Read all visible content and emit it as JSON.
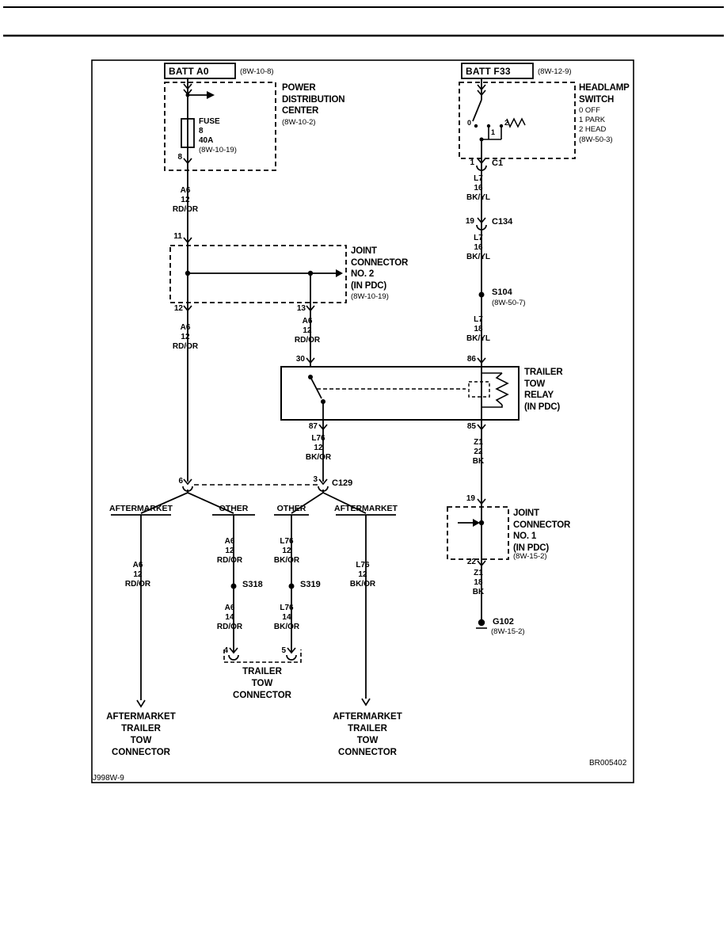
{
  "page": {
    "footer_code": "J998W-9",
    "drawing_code": "BR005402"
  },
  "battery_feed_left": {
    "batt_label": "BATT A0",
    "batt_ref": "(8W-10-8)",
    "pdc": {
      "title": "POWER\nDISTRIBUTION\nCENTER",
      "ref": "(8W-10-2)",
      "fuse_name": "FUSE",
      "fuse_number": "8",
      "fuse_rating": "40A",
      "fuse_ref": "(8W-10-19)",
      "pin_out": "8"
    },
    "wire_pdc_to_jc2": "A6\n12\nRD/OR",
    "jc2": {
      "pin_in": "11",
      "title": "JOINT\nCONNECTOR\nNO. 2\n(IN PDC)",
      "ref": "(8W-10-19)",
      "pin_out_left": "12",
      "pin_out_right": "13"
    },
    "wire_left": "A6\n12\nRD/OR",
    "wire_right": "A6\n12\nRD/OR"
  },
  "battery_feed_right": {
    "batt_label": "BATT F33",
    "batt_ref": "(8W-12-9)",
    "headlamp_switch": {
      "title": "HEADLAMP\nSWITCH",
      "positions": "0 OFF\n1 PARK\n2 HEAD",
      "ref": "(8W-50-3)",
      "contact_0": "0",
      "contact_1": "1",
      "contact_2": "2"
    },
    "c1_pin": "1",
    "c1_label": "C1",
    "wire_c1_to_c134": "L7\n16\nBK/YL",
    "c134_pin": "19",
    "c134_label": "C134",
    "wire_c134_to_s104": "L7\n16\nBK/YL",
    "s104_label": "S104",
    "s104_ref": "(8W-50-7)",
    "wire_s104_to_relay": "L7\n18\nBK/YL"
  },
  "relay": {
    "pin_30": "30",
    "pin_86": "86",
    "title": "TRAILER\nTOW\nRELAY\n(IN PDC)",
    "pin_87": "87",
    "pin_85": "85",
    "wire_87": "L76\n12\nBK/OR",
    "wire_85": "Z1\n22\nBK"
  },
  "c129": {
    "pin_left": "6",
    "pin_right": "3",
    "label": "C129"
  },
  "branches": {
    "b1": {
      "header": "AFTERMARKET",
      "wire": "A6\n12\nRD/OR",
      "destination": "AFTERMARKET\nTRAILER\nTOW\nCONNECTOR"
    },
    "b2": {
      "header": "OTHER",
      "wire_top": "A6\n12\nRD/OR",
      "splice": "S318",
      "wire_bottom": "A6\n14\nRD/OR",
      "pin": "4"
    },
    "b3": {
      "header": "OTHER",
      "wire_top": "L76\n12\nBK/OR",
      "splice": "S319",
      "wire_bottom": "L76\n14\nBK/OR",
      "pin": "5"
    },
    "b4": {
      "header": "AFTERMARKET",
      "wire": "L76\n12\nBK/OR",
      "destination": "AFTERMARKET\nTRAILER\nTOW\nCONNECTOR"
    },
    "trailer_tow_connector": "TRAILER\nTOW\nCONNECTOR"
  },
  "ground_path": {
    "jc1": {
      "pin_in": "19",
      "title": "JOINT\nCONNECTOR\nNO. 1\n(IN PDC)",
      "ref": "(8W-15-2)",
      "pin_out": "22"
    },
    "wire_to_ground": "Z1\n18\nBK",
    "g102_label": "G102",
    "g102_ref": "(8W-15-2)"
  }
}
